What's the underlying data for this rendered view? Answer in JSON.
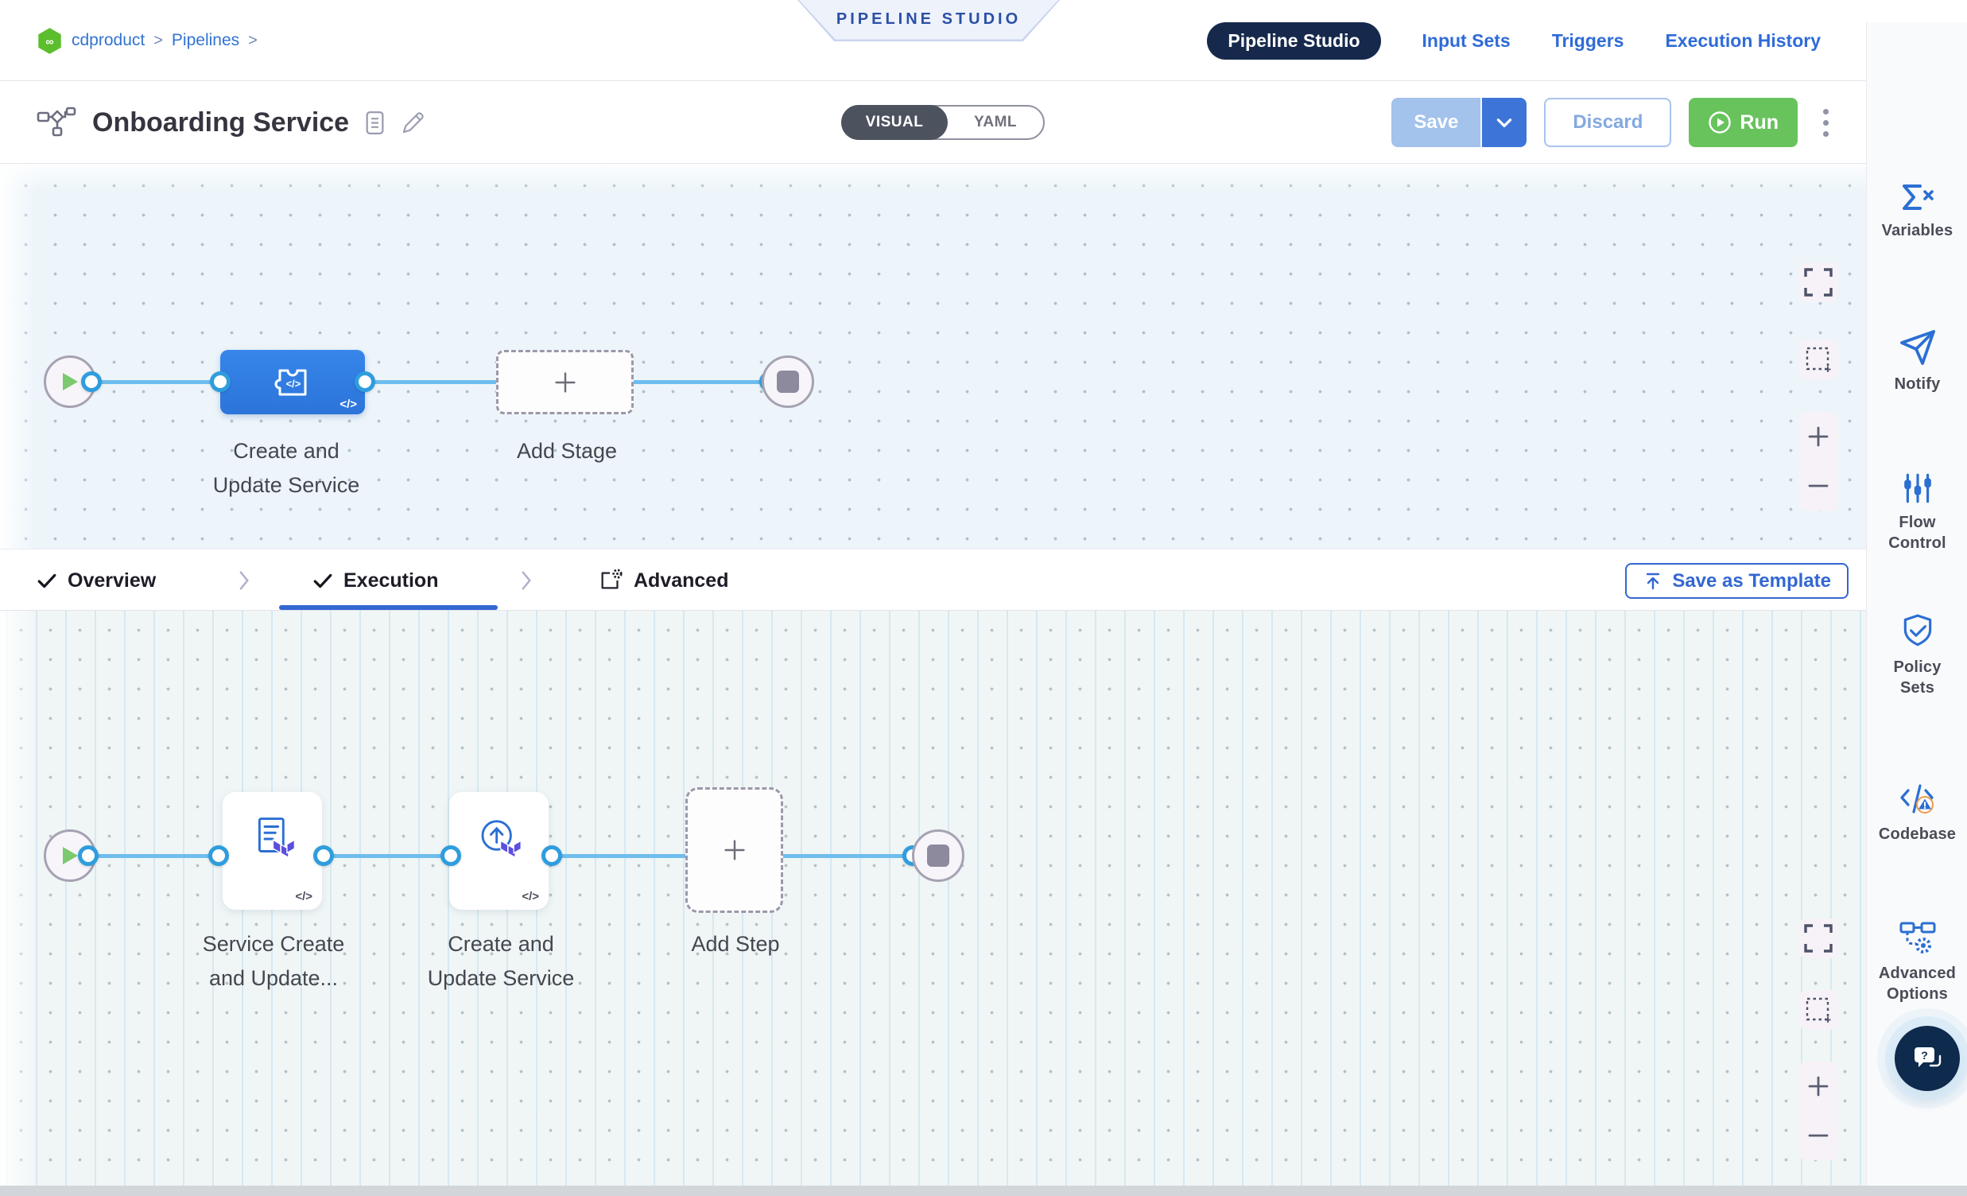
{
  "breadcrumb": {
    "project": "cdproduct",
    "sep": ">",
    "section": "Pipelines"
  },
  "header": {
    "studio_badge": "PIPELINE STUDIO",
    "nav_tabs": [
      {
        "label": "Pipeline Studio",
        "active": true
      },
      {
        "label": "Input Sets",
        "active": false
      },
      {
        "label": "Triggers",
        "active": false
      },
      {
        "label": "Execution History",
        "active": false
      }
    ]
  },
  "toolbar": {
    "pipeline_name": "Onboarding Service",
    "view_toggle": {
      "visual_label": "VISUAL",
      "yaml_label": "YAML",
      "selected": "VISUAL"
    },
    "save_label": "Save",
    "discard_label": "Discard",
    "run_label": "Run"
  },
  "stage_canvas": {
    "stage_label": "Create and\nUpdate Service",
    "add_stage_label": "Add Stage",
    "code_glyph": "</>"
  },
  "stage_tabs": {
    "overview_label": "Overview",
    "execution_label": "Execution",
    "advanced_label": "Advanced",
    "save_as_template_label": "Save as Template"
  },
  "execution_canvas": {
    "step1_label": "Service Create\nand Update...",
    "step2_label": "Create and\nUpdate Service",
    "add_step_label": "Add Step",
    "code_glyph": "</>"
  },
  "right_panel": {
    "items": [
      {
        "label": "Variables",
        "icon": "sigma-x-icon"
      },
      {
        "label": "Notify",
        "icon": "paper-plane-icon"
      },
      {
        "label": "Flow\nControl",
        "icon": "sliders-icon"
      },
      {
        "label": "Policy\nSets",
        "icon": "shield-check-icon"
      },
      {
        "label": "Codebase",
        "icon": "code-warning-icon"
      },
      {
        "label": "Advanced\nOptions",
        "icon": "pipeline-gear-icon"
      }
    ]
  },
  "colors": {
    "primary_blue": "#3367d1",
    "active_tab_navy": "#16294c",
    "run_green": "#68c35c",
    "stage_blue": "#2f7de0",
    "connector_blue": "#6ebdee",
    "port_ring_blue": "#2f9ddd",
    "terraform_purple": "#5b4ee0",
    "canvas1_bg": "#edf5fa",
    "canvas2_bg": "#f0f6f6"
  }
}
